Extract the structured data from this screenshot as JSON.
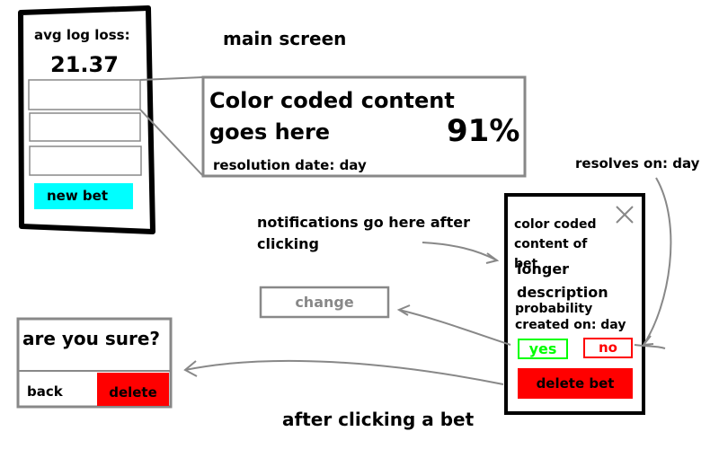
{
  "main_screen": {
    "heading": "main screen",
    "avg_log_loss_label": "avg log loss:",
    "avg_log_loss_value": "21.37",
    "bet_slots": 3,
    "new_bet_label": "new bet"
  },
  "bet_card_zoom": {
    "content": "Color coded content goes here",
    "probability": "91%",
    "resolution_date": "resolution date: day"
  },
  "annotations": {
    "resolves_on": "resolves on: day",
    "notifications": "notifications go here after clicking",
    "after_clicking": "after clicking a bet"
  },
  "bet_detail": {
    "content": "color coded content of bet",
    "description": "longer description",
    "probability_created": "probability created on: day",
    "yes_label": "yes",
    "no_label": "no",
    "delete_label": "delete bet",
    "close_icon": "close-x-icon"
  },
  "change_button": {
    "label": "change"
  },
  "confirm_dialog": {
    "title": "are you sure?",
    "back_label": "back",
    "delete_label": "delete"
  },
  "colors": {
    "new_bet": "#00ffff",
    "delete": "#ff0000",
    "yes": "#00ff00",
    "outline_gray": "#888888"
  }
}
